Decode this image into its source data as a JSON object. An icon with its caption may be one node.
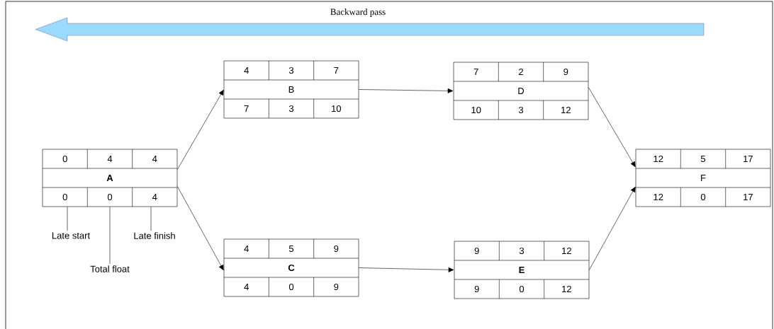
{
  "diagram": {
    "nodes": [
      {
        "text": [
          "0",
          "4",
          "4",
          "A",
          "0",
          "0",
          "4"
        ]
      },
      {
        "text": [
          "4",
          "3",
          "7",
          "B",
          "7",
          "3",
          "10"
        ]
      },
      {
        "text": [
          "4",
          "5",
          "9",
          "C",
          "4",
          "0",
          "9"
        ]
      },
      {
        "text": [
          "7",
          "2",
          "9",
          "D",
          "10",
          "3",
          "12"
        ]
      },
      {
        "text": [
          "9",
          "3",
          "12",
          "E",
          "9",
          "0",
          "12"
        ]
      },
      {
        "text": [
          "12",
          "5",
          "17",
          "F",
          "12",
          "0",
          "17"
        ]
      },
      {
        "text": [
          "Late start"
        ]
      },
      {
        "text": [
          "Total float"
        ]
      },
      {
        "text": [
          "Late finish"
        ]
      }
    ],
    "edges": [
      {
        "from": 0,
        "to": 1,
        "arrow": "to"
      },
      {
        "from": 0,
        "to": 2,
        "arrow": "to"
      },
      {
        "from": 1,
        "to": 3,
        "arrow": "to"
      },
      {
        "from": 2,
        "to": 4,
        "arrow": "to"
      },
      {
        "from": 3,
        "to": 5,
        "arrow": "to"
      },
      {
        "from": 4,
        "to": 5,
        "arrow": "to"
      },
      {
        "from": 6,
        "to": 0,
        "arrow": "none"
      },
      {
        "from": 7,
        "to": 0,
        "arrow": "none"
      },
      {
        "from": 8,
        "to": 0,
        "arrow": "none"
      }
    ],
    "labels": [
      "Backward pass"
    ]
  }
}
